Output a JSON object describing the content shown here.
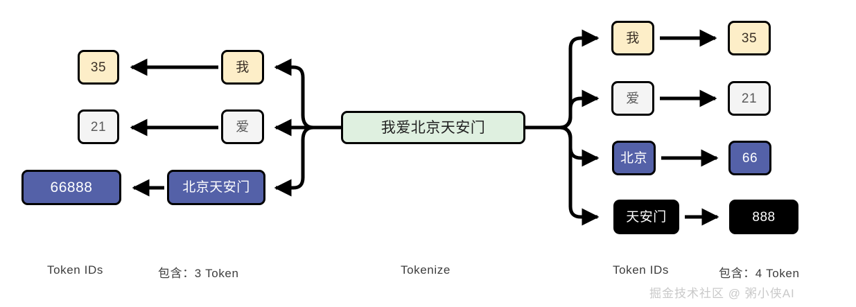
{
  "diagram": {
    "title_text": "我爱北京天安门",
    "center": {
      "label": "我爱北京天安门"
    },
    "left_tokens": [
      {
        "token": "我",
        "id": "35",
        "style": "cream"
      },
      {
        "token": "爱",
        "id": "21",
        "style": "light"
      },
      {
        "token": "北京天安门",
        "id": "66888",
        "style": "blue"
      }
    ],
    "right_tokens": [
      {
        "token": "我",
        "id": "35",
        "style": "cream"
      },
      {
        "token": "爱",
        "id": "21",
        "style": "light"
      },
      {
        "token": "北京",
        "id": "66",
        "style": "blue"
      },
      {
        "token": "天安门",
        "id": "888",
        "style": "black"
      }
    ],
    "captions": {
      "left_token_ids": "Token IDs",
      "left_count": "包含：3 Token",
      "center_op": "Tokenize",
      "right_token_ids": "Token IDs",
      "right_count": "包含：4 Token"
    },
    "watermark": "掘金技术社区 @ 粥小侠AI"
  },
  "colors": {
    "cream_fill": "#fdeec8",
    "light_fill": "#f4f4f4",
    "green_fill": "#dff0e0",
    "blue_fill": "#5461a8",
    "black_fill": "#000000",
    "stroke": "#000000"
  }
}
